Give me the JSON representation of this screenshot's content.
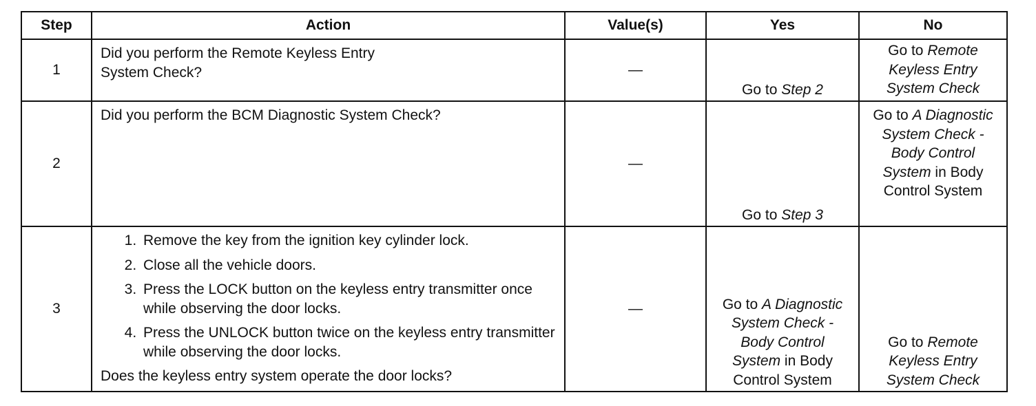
{
  "headers": [
    "Step",
    "Action",
    "Value(s)",
    "Yes",
    "No"
  ],
  "rows": [
    {
      "step": "1",
      "action_text": [
        "Did you perform the Remote Keyless Entry",
        "System Check?"
      ],
      "value": "—",
      "yes": [
        {
          "t": "Go to ",
          "i": false
        },
        {
          "t": "Step 2",
          "i": true
        }
      ],
      "no": [
        {
          "t": "Go to ",
          "i": false
        },
        {
          "t": "Remote Keyless Entry System Check",
          "i": true
        }
      ]
    },
    {
      "step": "2",
      "action_text": [
        "Did you perform the BCM Diagnostic System Check?"
      ],
      "value": "—",
      "yes": [
        {
          "t": "Go to ",
          "i": false
        },
        {
          "t": "Step 3",
          "i": true
        }
      ],
      "no": [
        {
          "t": "Go to ",
          "i": false
        },
        {
          "t": "A Diagnostic System Check - Body Control System",
          "i": true
        },
        {
          "t": " in Body Control System",
          "i": false
        }
      ]
    },
    {
      "step": "3",
      "action_list": [
        "Remove the key from the ignition key cylinder lock.",
        "Close all the vehicle doors.",
        "Press the LOCK button on the keyless entry transmitter once while observing the door locks.",
        "Press the UNLOCK button twice on the keyless entry transmitter while observing the door locks."
      ],
      "action_question": "Does the keyless entry system operate the door locks?",
      "value": "—",
      "yes": [
        {
          "t": "Go to ",
          "i": false
        },
        {
          "t": "A Diagnostic System Check - Body Control System",
          "i": true
        },
        {
          "t": " in Body Control System",
          "i": false
        }
      ],
      "no": [
        {
          "t": "Go to ",
          "i": false
        },
        {
          "t": "Remote Keyless Entry System Check",
          "i": true
        }
      ]
    }
  ]
}
